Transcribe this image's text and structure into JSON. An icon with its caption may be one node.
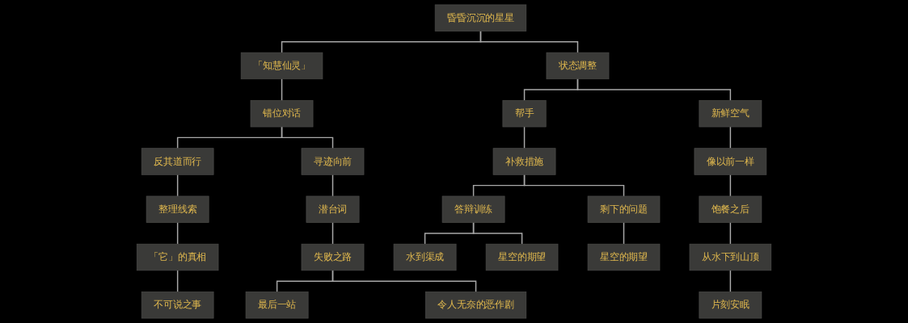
{
  "diagram": {
    "nodes": [
      {
        "text": [
          "昏昏沉沉的星星"
        ]
      },
      {
        "text": [
          "「知慧仙灵」"
        ]
      },
      {
        "text": [
          "错位对话"
        ]
      },
      {
        "text": [
          "反其道而行"
        ]
      },
      {
        "text": [
          "整理线索"
        ]
      },
      {
        "text": [
          "「它」的真相"
        ]
      },
      {
        "text": [
          "不可说之事"
        ]
      },
      {
        "text": [
          "寻迹向前"
        ]
      },
      {
        "text": [
          "潜台词"
        ]
      },
      {
        "text": [
          "失败之路"
        ]
      },
      {
        "text": [
          "最后一站"
        ]
      },
      {
        "text": [
          "令人无奈的恶作剧"
        ]
      },
      {
        "text": [
          "状态调整"
        ]
      },
      {
        "text": [
          "帮手"
        ]
      },
      {
        "text": [
          "补救措施"
        ]
      },
      {
        "text": [
          "答辩训练"
        ]
      },
      {
        "text": [
          "水到渠成"
        ]
      },
      {
        "text": [
          "星空的期望"
        ]
      },
      {
        "text": [
          "剩下的问题"
        ]
      },
      {
        "text": [
          "星空的期望"
        ]
      },
      {
        "text": [
          "新鲜空气"
        ]
      },
      {
        "text": [
          "像以前一样"
        ]
      },
      {
        "text": [
          "饱餐之后"
        ]
      },
      {
        "text": [
          "从水下到山顶"
        ]
      },
      {
        "text": [
          "片刻安眠"
        ]
      }
    ],
    "edges": [
      {
        "from": 0,
        "to": 1,
        "arrow": "none"
      },
      {
        "from": 0,
        "to": 12,
        "arrow": "none"
      },
      {
        "from": 1,
        "to": 2,
        "arrow": "none"
      },
      {
        "from": 2,
        "to": 3,
        "arrow": "none"
      },
      {
        "from": 2,
        "to": 7,
        "arrow": "none"
      },
      {
        "from": 3,
        "to": 4,
        "arrow": "none"
      },
      {
        "from": 4,
        "to": 5,
        "arrow": "none"
      },
      {
        "from": 5,
        "to": 6,
        "arrow": "none"
      },
      {
        "from": 7,
        "to": 8,
        "arrow": "none"
      },
      {
        "from": 8,
        "to": 9,
        "arrow": "none"
      },
      {
        "from": 9,
        "to": 10,
        "arrow": "none"
      },
      {
        "from": 9,
        "to": 11,
        "arrow": "none"
      },
      {
        "from": 12,
        "to": 13,
        "arrow": "none"
      },
      {
        "from": 12,
        "to": 20,
        "arrow": "none"
      },
      {
        "from": 13,
        "to": 14,
        "arrow": "none"
      },
      {
        "from": 14,
        "to": 15,
        "arrow": "none"
      },
      {
        "from": 14,
        "to": 18,
        "arrow": "none"
      },
      {
        "from": 15,
        "to": 16,
        "arrow": "none"
      },
      {
        "from": 15,
        "to": 17,
        "arrow": "none"
      },
      {
        "from": 18,
        "to": 19,
        "arrow": "none"
      },
      {
        "from": 20,
        "to": 21,
        "arrow": "none"
      },
      {
        "from": 21,
        "to": 22,
        "arrow": "none"
      },
      {
        "from": 22,
        "to": 23,
        "arrow": "none"
      },
      {
        "from": 23,
        "to": 24,
        "arrow": "none"
      }
    ]
  }
}
